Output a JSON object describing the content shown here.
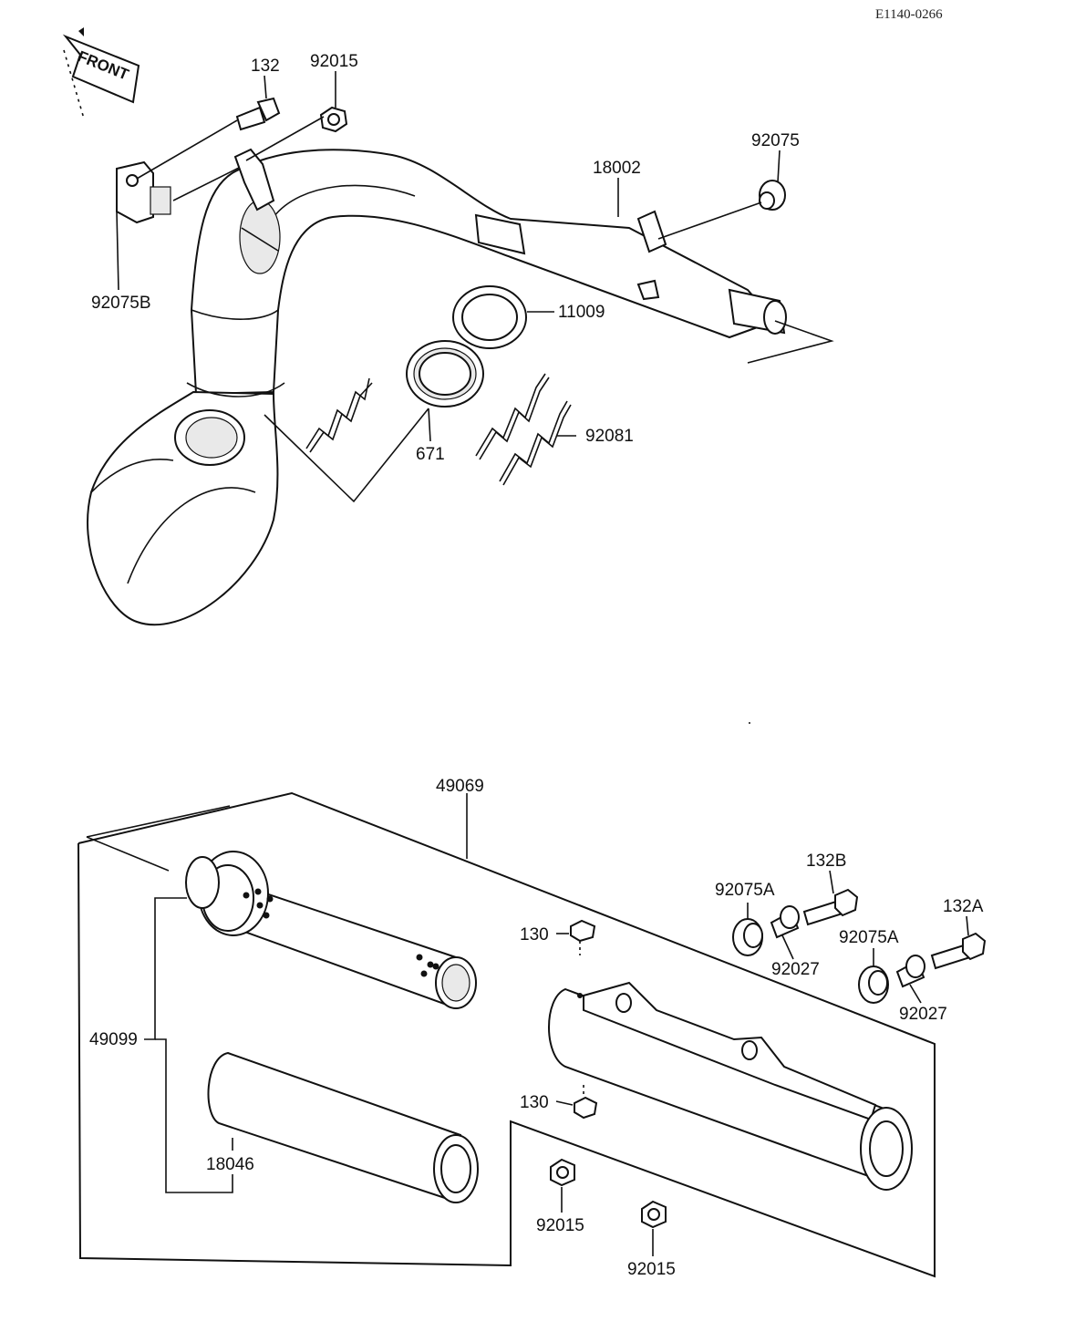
{
  "ref_code": "E1140-0266",
  "front_label": "FRONT",
  "labels": {
    "l132": "132",
    "l92015_top": "92015",
    "l92075": "92075",
    "l18002": "18002",
    "l92075B": "92075B",
    "l11009": "11009",
    "l671": "671",
    "l92081": "92081",
    "l49069": "49069",
    "l132B": "132B",
    "l92075A_1": "92075A",
    "l132A": "132A",
    "l130_top": "130",
    "l92027_1": "92027",
    "l92075A_2": "92075A",
    "l92027_2": "92027",
    "l49099": "49099",
    "l130_bottom": "130",
    "l18046": "18046",
    "l92015_b1": "92015",
    "l92015_b2": "92015"
  }
}
